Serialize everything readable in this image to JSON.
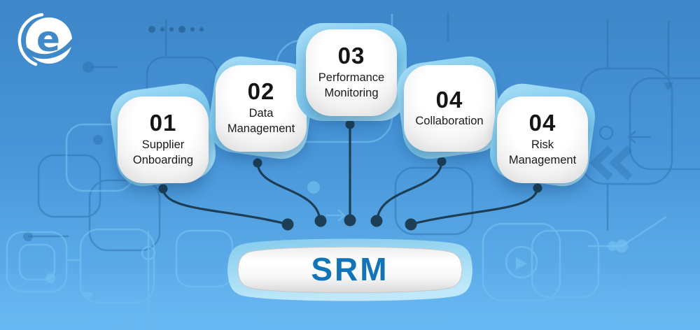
{
  "brand": {
    "name_letter": "e"
  },
  "center": {
    "label": "SRM"
  },
  "cards": [
    {
      "number": "01",
      "label": "Supplier Onboarding"
    },
    {
      "number": "02",
      "label": "Data Management"
    },
    {
      "number": "03",
      "label": "Performance Monitoring"
    },
    {
      "number": "04",
      "label": "Collaboration"
    },
    {
      "number": "04",
      "label": "Risk Management"
    }
  ],
  "background": {
    "pattern": "circuit-board",
    "decor_icons": [
      "double-chevron-left-icon",
      "arrow-left-icon",
      "arrow-right-icon",
      "arrow-down-icon",
      "play-triangle-icon",
      "dot-row"
    ]
  },
  "colors": {
    "background_top": "#3d86c8",
    "background_bottom": "#66b6f1",
    "card_backing_blue": "#8ed2f3",
    "card_face_light": "#ffffff",
    "connector_dark": "#1d3e54",
    "srm_text_blue": "#1173b8",
    "number_text": "#151515"
  }
}
